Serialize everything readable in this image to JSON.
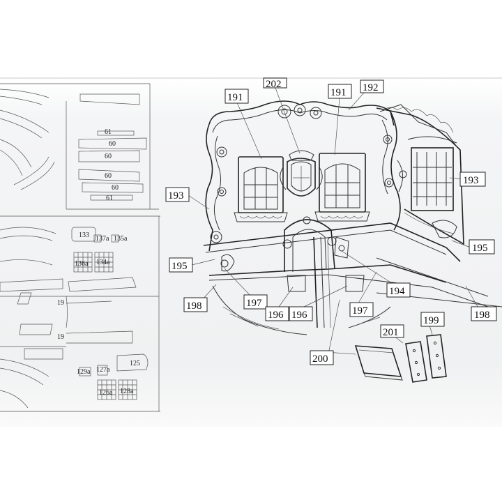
{
  "drawing": {
    "callouts": [
      {
        "id": "c191a",
        "text": "191"
      },
      {
        "id": "c202",
        "text": "202"
      },
      {
        "id": "c191b",
        "text": "191"
      },
      {
        "id": "c192",
        "text": "192"
      },
      {
        "id": "c193a",
        "text": "193"
      },
      {
        "id": "c193b",
        "text": "193"
      },
      {
        "id": "c195a",
        "text": "195"
      },
      {
        "id": "c195b",
        "text": "195"
      },
      {
        "id": "c198a",
        "text": "198"
      },
      {
        "id": "c198b",
        "text": "198"
      },
      {
        "id": "c197a",
        "text": "197"
      },
      {
        "id": "c197b",
        "text": "197"
      },
      {
        "id": "c196a",
        "text": "196"
      },
      {
        "id": "c196b",
        "text": "196"
      },
      {
        "id": "c194",
        "text": "194"
      },
      {
        "id": "c201",
        "text": "201"
      },
      {
        "id": "c199",
        "text": "199"
      },
      {
        "id": "c200",
        "text": "200"
      }
    ],
    "part_labels": [
      {
        "id": "p61a",
        "text": "61"
      },
      {
        "id": "p60a",
        "text": "60"
      },
      {
        "id": "p60b",
        "text": "60"
      },
      {
        "id": "p60c",
        "text": "60"
      },
      {
        "id": "p60d",
        "text": "60"
      },
      {
        "id": "p61b",
        "text": "61"
      },
      {
        "id": "p133",
        "text": "133"
      },
      {
        "id": "p137a",
        "text": "137a"
      },
      {
        "id": "p135a",
        "text": "135a"
      },
      {
        "id": "p136a",
        "text": "136a"
      },
      {
        "id": "p134a",
        "text": "134a"
      },
      {
        "id": "p19a",
        "text": "19"
      },
      {
        "id": "p19b",
        "text": "19"
      },
      {
        "id": "p129a",
        "text": "129a"
      },
      {
        "id": "p127a",
        "text": "127a"
      },
      {
        "id": "p125",
        "text": "125"
      },
      {
        "id": "p126a",
        "text": "126a"
      },
      {
        "id": "p128a",
        "text": "128a"
      }
    ]
  }
}
